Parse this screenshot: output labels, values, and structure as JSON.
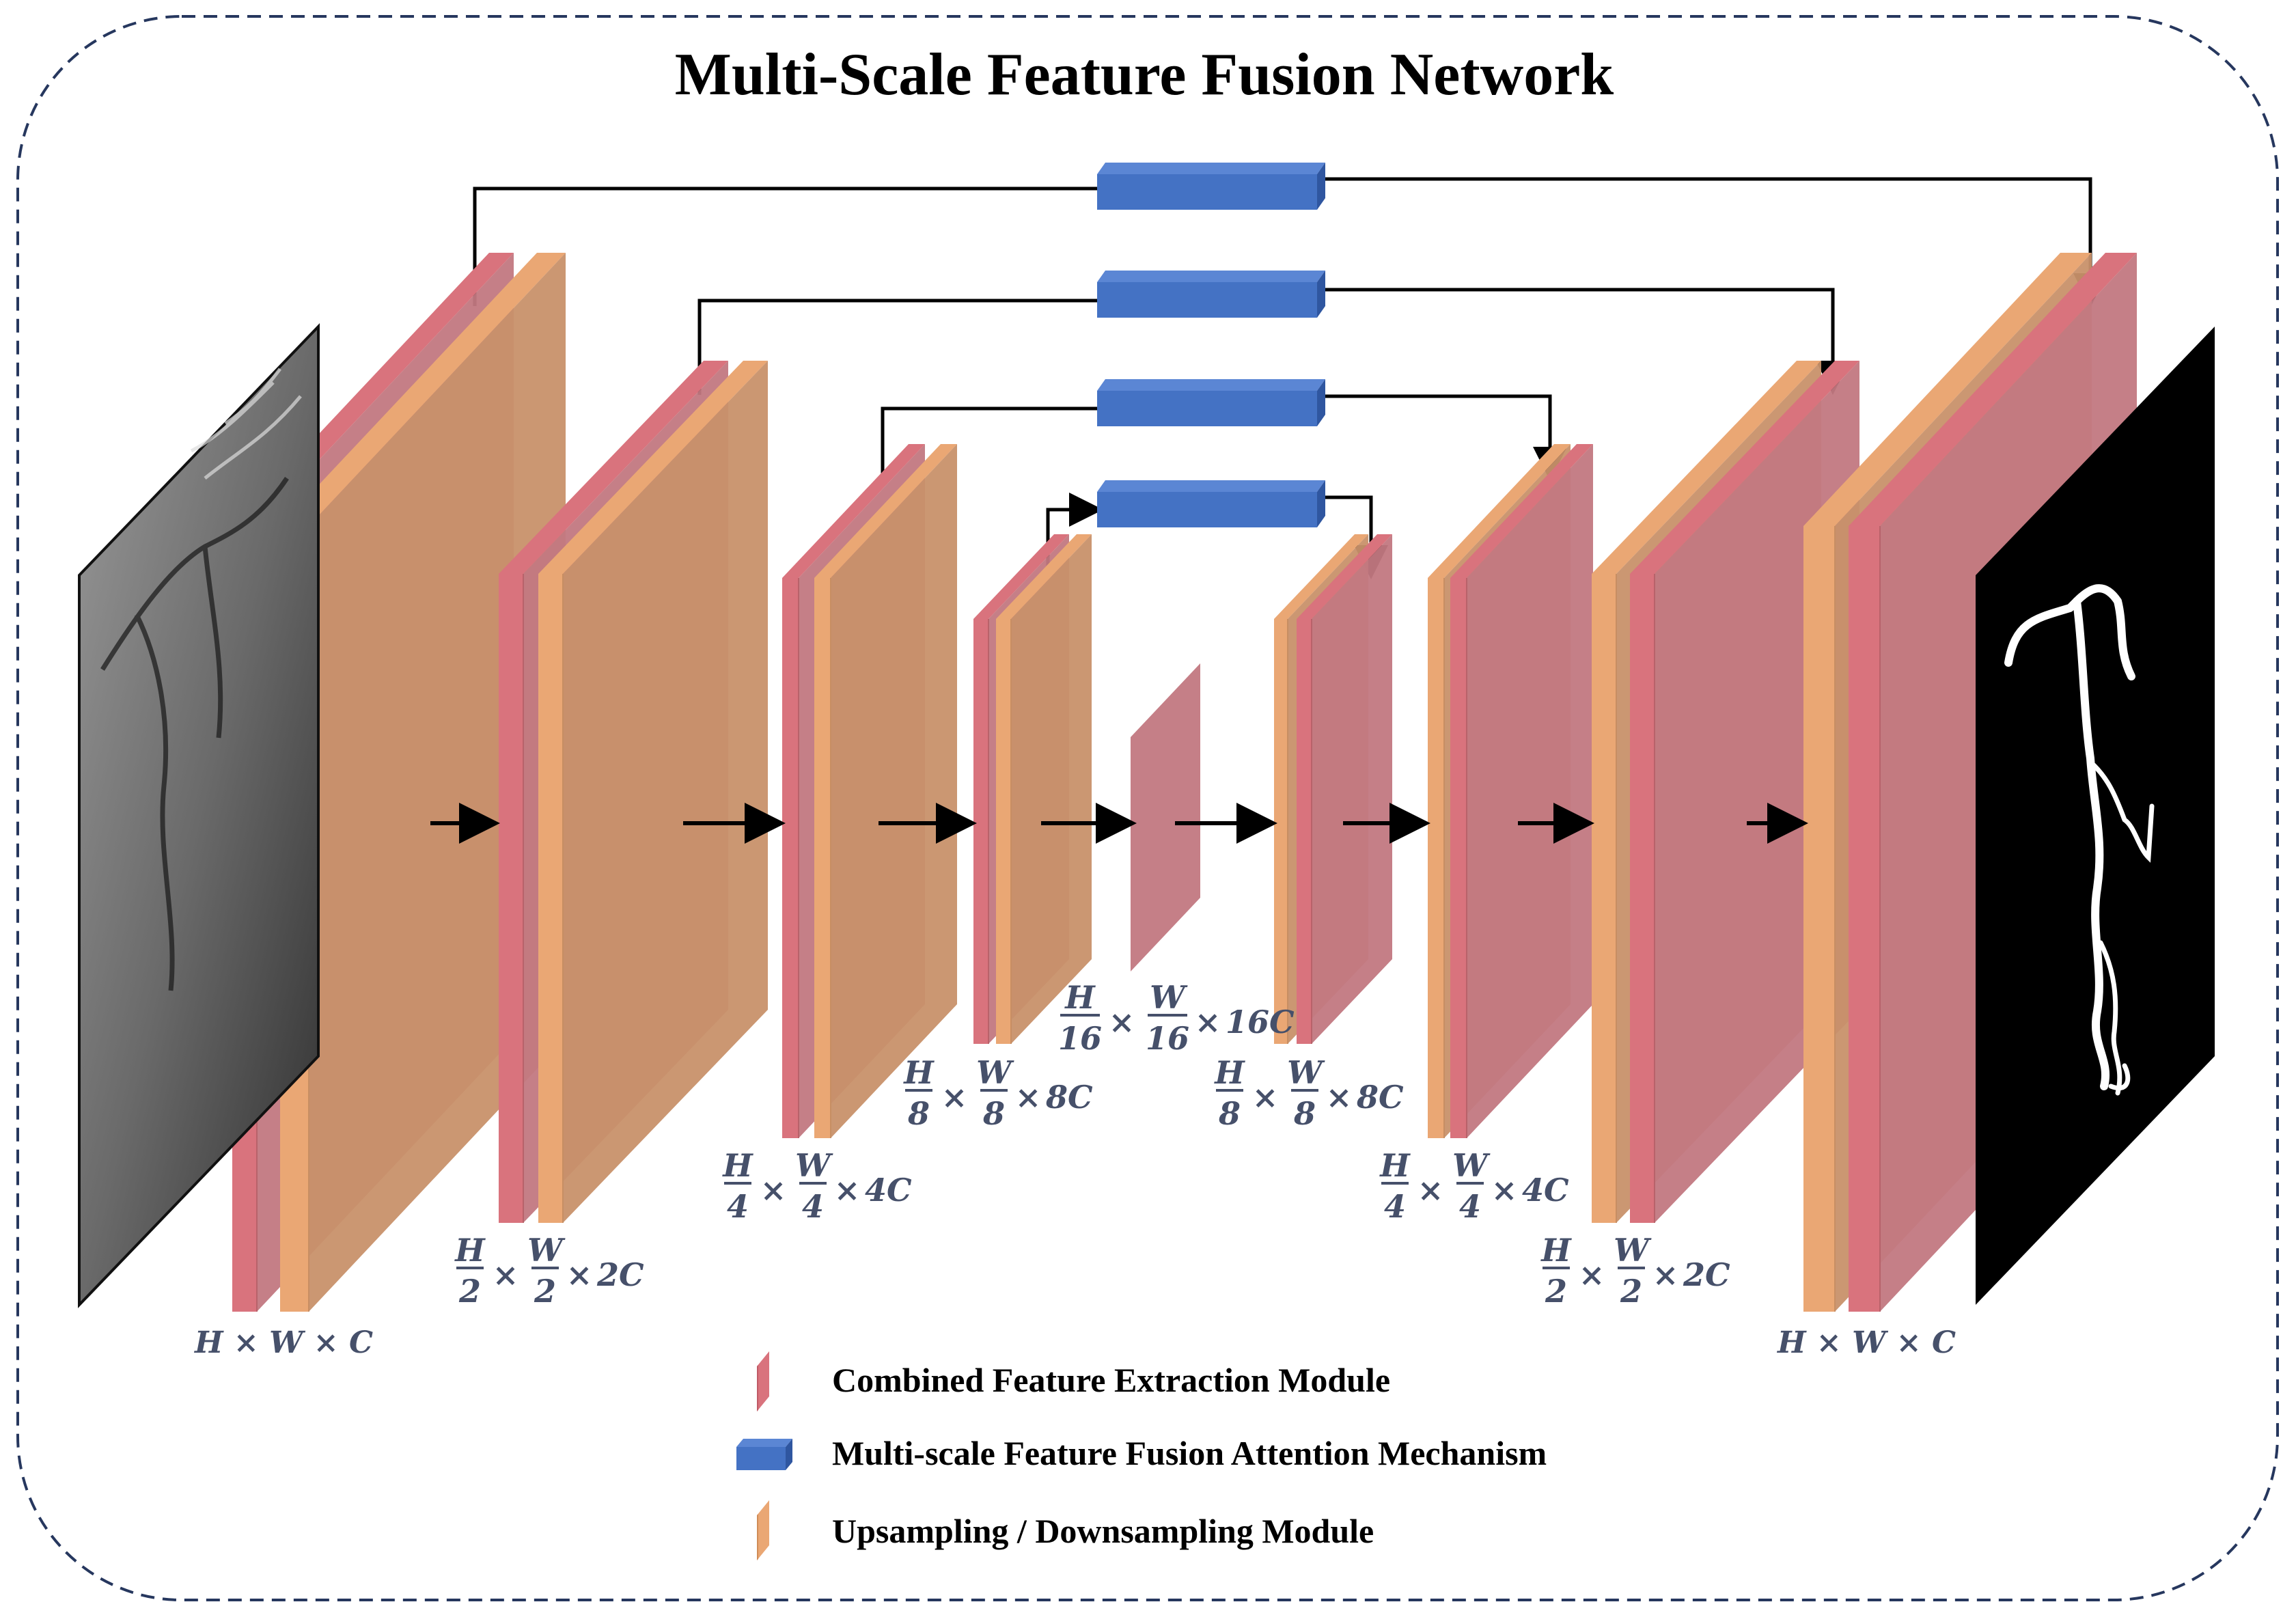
{
  "title": "Multi-Scale Feature Fusion Network",
  "colors": {
    "cfe": "#d9737d",
    "cfe_face": "#c27881",
    "sampling": "#eaa774",
    "sampling_face": "#c8916a",
    "msffam": "#4472c4",
    "frame": "#26375e",
    "dims": "#46506a"
  },
  "dimension_labels": [
    {
      "id": "enc1",
      "h": "H",
      "w": "W",
      "c": "C"
    },
    {
      "id": "enc2",
      "h": "H",
      "h_den": "2",
      "w": "W",
      "w_den": "2",
      "c": "2C"
    },
    {
      "id": "enc3",
      "h": "H",
      "h_den": "4",
      "w": "W",
      "w_den": "4",
      "c": "4C"
    },
    {
      "id": "enc4",
      "h": "H",
      "h_den": "8",
      "w": "W",
      "w_den": "8",
      "c": "8C"
    },
    {
      "id": "bott",
      "h": "H",
      "h_den": "16",
      "w": "W",
      "w_den": "16",
      "c": "16C"
    },
    {
      "id": "dec4",
      "h": "H",
      "h_den": "8",
      "w": "W",
      "w_den": "8",
      "c": "8C"
    },
    {
      "id": "dec3",
      "h": "H",
      "h_den": "4",
      "w": "W",
      "w_den": "4",
      "c": "4C"
    },
    {
      "id": "dec2",
      "h": "H",
      "h_den": "2",
      "w": "W",
      "w_den": "2",
      "c": "2C"
    },
    {
      "id": "dec1",
      "h": "H",
      "w": "W",
      "c": "C"
    }
  ],
  "times_symbol": "×",
  "legend": [
    {
      "icon": "cfe-module-icon",
      "label": "Combined Feature Extraction Module"
    },
    {
      "icon": "msffam-block-icon",
      "label": "Multi-scale Feature Fusion Attention Mechanism"
    },
    {
      "icon": "sampling-module-icon",
      "label": "Upsampling / Downsampling Module"
    }
  ]
}
